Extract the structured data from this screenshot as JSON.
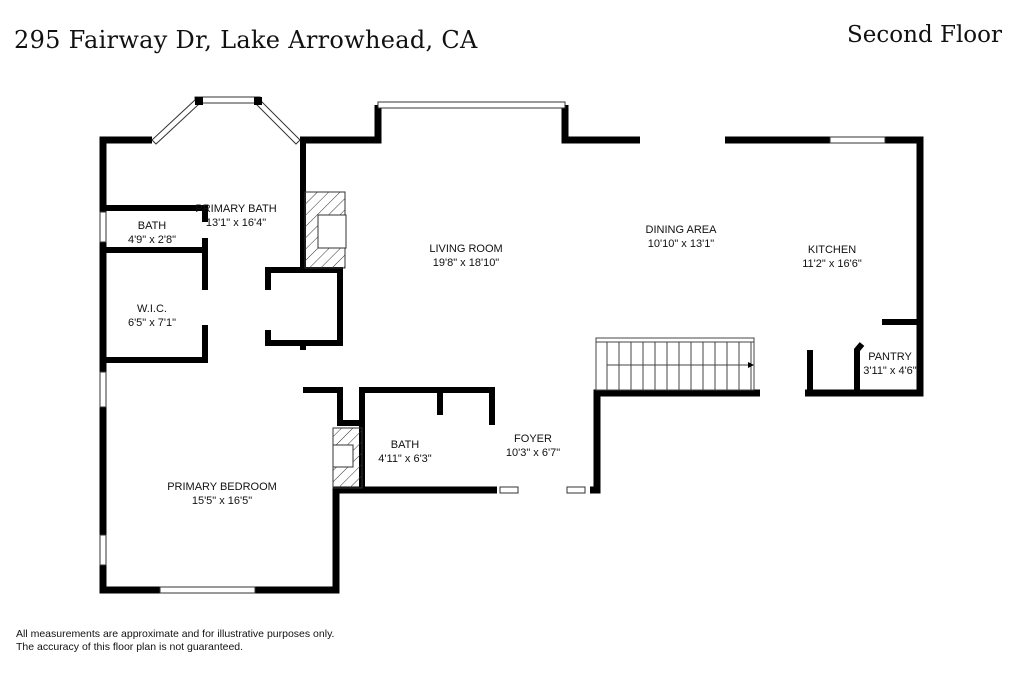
{
  "header": {
    "address": "295 Fairway Dr, Lake Arrowhead, CA",
    "floor": "Second Floor"
  },
  "rooms": [
    {
      "name": "PRIMARY BATH",
      "size": "13'1\" x 16'4\""
    },
    {
      "name": "BATH",
      "size": "4'9\" x 2'8\""
    },
    {
      "name": "W.I.C.",
      "size": "6'5\" x 7'1\""
    },
    {
      "name": "LIVING ROOM",
      "size": "19'8\" x 18'10\""
    },
    {
      "name": "DINING AREA",
      "size": "10'10\" x 13'1\""
    },
    {
      "name": "KITCHEN",
      "size": "11'2\" x 16'6\""
    },
    {
      "name": "PANTRY",
      "size": "3'11\" x 4'6\""
    },
    {
      "name": "BATH",
      "size": "4'11\" x 6'3\""
    },
    {
      "name": "FOYER",
      "size": "10'3\" x 6'7\""
    },
    {
      "name": "PRIMARY BEDROOM",
      "size": "15'5\" x 16'5\""
    }
  ],
  "footer": {
    "line1": "All measurements are approximate and for illustrative purposes only.",
    "line2": "The accuracy of this floor plan is not guaranteed."
  }
}
